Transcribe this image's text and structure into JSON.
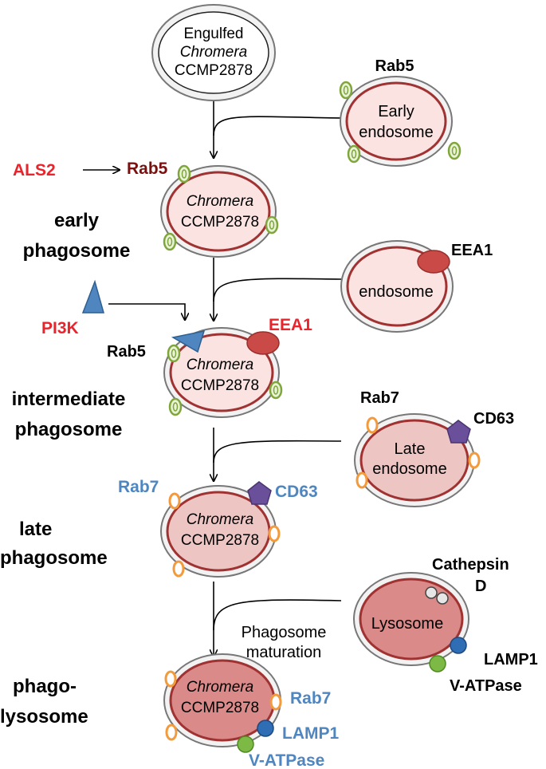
{
  "colors": {
    "red": "#e8242c",
    "dark_red": "#7a1010",
    "blue": "#4f86c0",
    "black": "#000000",
    "membrane": "#a03232",
    "outer_gray": "#777777",
    "rab5_green": "#7fa63a",
    "rab7_orange": "#f39b3c",
    "eea1_red": "#c94a47",
    "cd63_purple": "#6a4f9a",
    "lamp1_blue": "#2f6db5",
    "vatpase_green": "#7dba45",
    "cathepsin_gray": "#e6e6e6"
  },
  "engulfed": {
    "line1": "Engulfed",
    "line2": "Chromera",
    "line3": "CCMP2878"
  },
  "early": {
    "left_labels": {
      "als2": "ALS2",
      "rab5": "Rab5"
    },
    "stage_label": {
      "line1": "early",
      "line2": "phagosome"
    },
    "phagosome": {
      "line1": "Chromera",
      "line2": "CCMP2878"
    },
    "endosome": {
      "title": "Rab5",
      "line1": "Early",
      "line2": "endosome"
    }
  },
  "intermediate": {
    "left_labels": {
      "pi3k": "PI3K",
      "eea1": "EEA1",
      "rab5": "Rab5"
    },
    "stage_label": {
      "line1": "intermediate",
      "line2": "phagosome"
    },
    "phagosome": {
      "line1": "Chromera",
      "line2": "CCMP2878"
    },
    "endosome": {
      "title": "EEA1",
      "line1": "endosome"
    }
  },
  "late": {
    "left_labels": {
      "rab7": "Rab7",
      "cd63": "CD63"
    },
    "stage_label": {
      "line1": "late",
      "line2": "phagosome"
    },
    "phagosome": {
      "line1": "Chromera",
      "line2": "CCMP2878"
    },
    "endosome": {
      "rab7": "Rab7",
      "cd63": "CD63",
      "line1": "Late",
      "line2": "endosome"
    }
  },
  "phagolysosome": {
    "stage_label": {
      "line1": "phago-",
      "line2": "lysosome"
    },
    "maturation": {
      "line1": "Phagosome",
      "line2": "maturation"
    },
    "phagosome": {
      "line1": "Chromera",
      "line2": "CCMP2878"
    },
    "right_labels": {
      "rab7": "Rab7",
      "lamp1": "LAMP1",
      "vatpase": "V-ATPase"
    },
    "lysosome": {
      "title": "Lysosome",
      "cathepsin1": "Cathepsin",
      "cathepsin2": "D",
      "lamp1": "LAMP1",
      "vatpase": "V-ATPase"
    }
  }
}
